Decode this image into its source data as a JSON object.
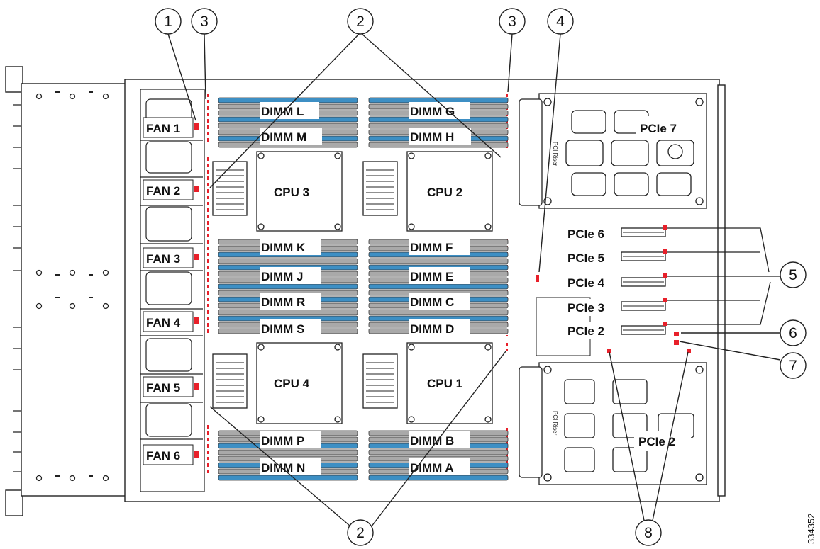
{
  "figure_id": "334352",
  "fans": [
    "FAN 1",
    "FAN 2",
    "FAN 3",
    "FAN 4",
    "FAN 5",
    "FAN 6"
  ],
  "cpus": [
    "CPU 3",
    "CPU 2",
    "CPU 4",
    "CPU 1"
  ],
  "dimm_banks": [
    "DIMM L",
    "DIMM G",
    "DIMM M",
    "DIMM H",
    "DIMM K",
    "DIMM F",
    "DIMM J",
    "DIMM E",
    "DIMM R",
    "DIMM C",
    "DIMM S",
    "DIMM D",
    "DIMM P",
    "DIMM B",
    "DIMM N",
    "DIMM A"
  ],
  "pcie_slots": [
    "PCIe 7",
    "PCIe 6",
    "PCIe 5",
    "PCIe 4",
    "PCIe 3",
    "PCIe 2",
    "PCIe 2"
  ],
  "riser_label": "PCI Riser",
  "callouts": [
    "1",
    "3",
    "2",
    "3",
    "4",
    "5",
    "6",
    "7",
    "2",
    "8"
  ],
  "colors": {
    "dimm_blue": "#3d8fc4",
    "dimm_gray": "#a9a9a9",
    "led_red": "#e8202a",
    "line": "#222222"
  }
}
